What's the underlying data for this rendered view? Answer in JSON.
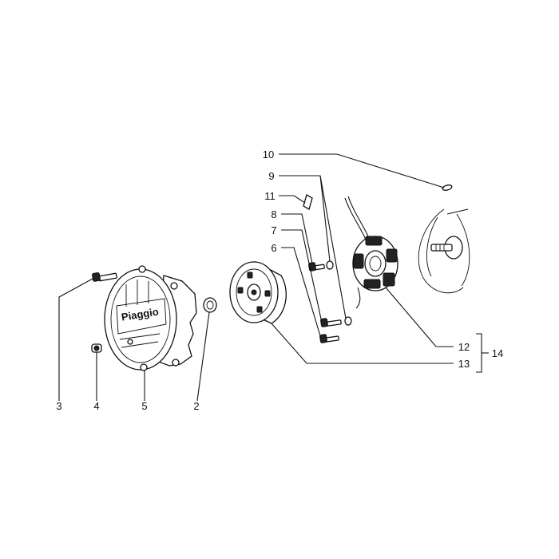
{
  "diagram": {
    "callouts": {
      "c2": "2",
      "c3": "3",
      "c4": "4",
      "c5": "5",
      "c6": "6",
      "c7": "7",
      "c8": "8",
      "c9": "9",
      "c10": "10",
      "c11": "11",
      "c12": "12",
      "c13": "13",
      "c14": "14"
    },
    "cover_logo": "Piaggio"
  }
}
